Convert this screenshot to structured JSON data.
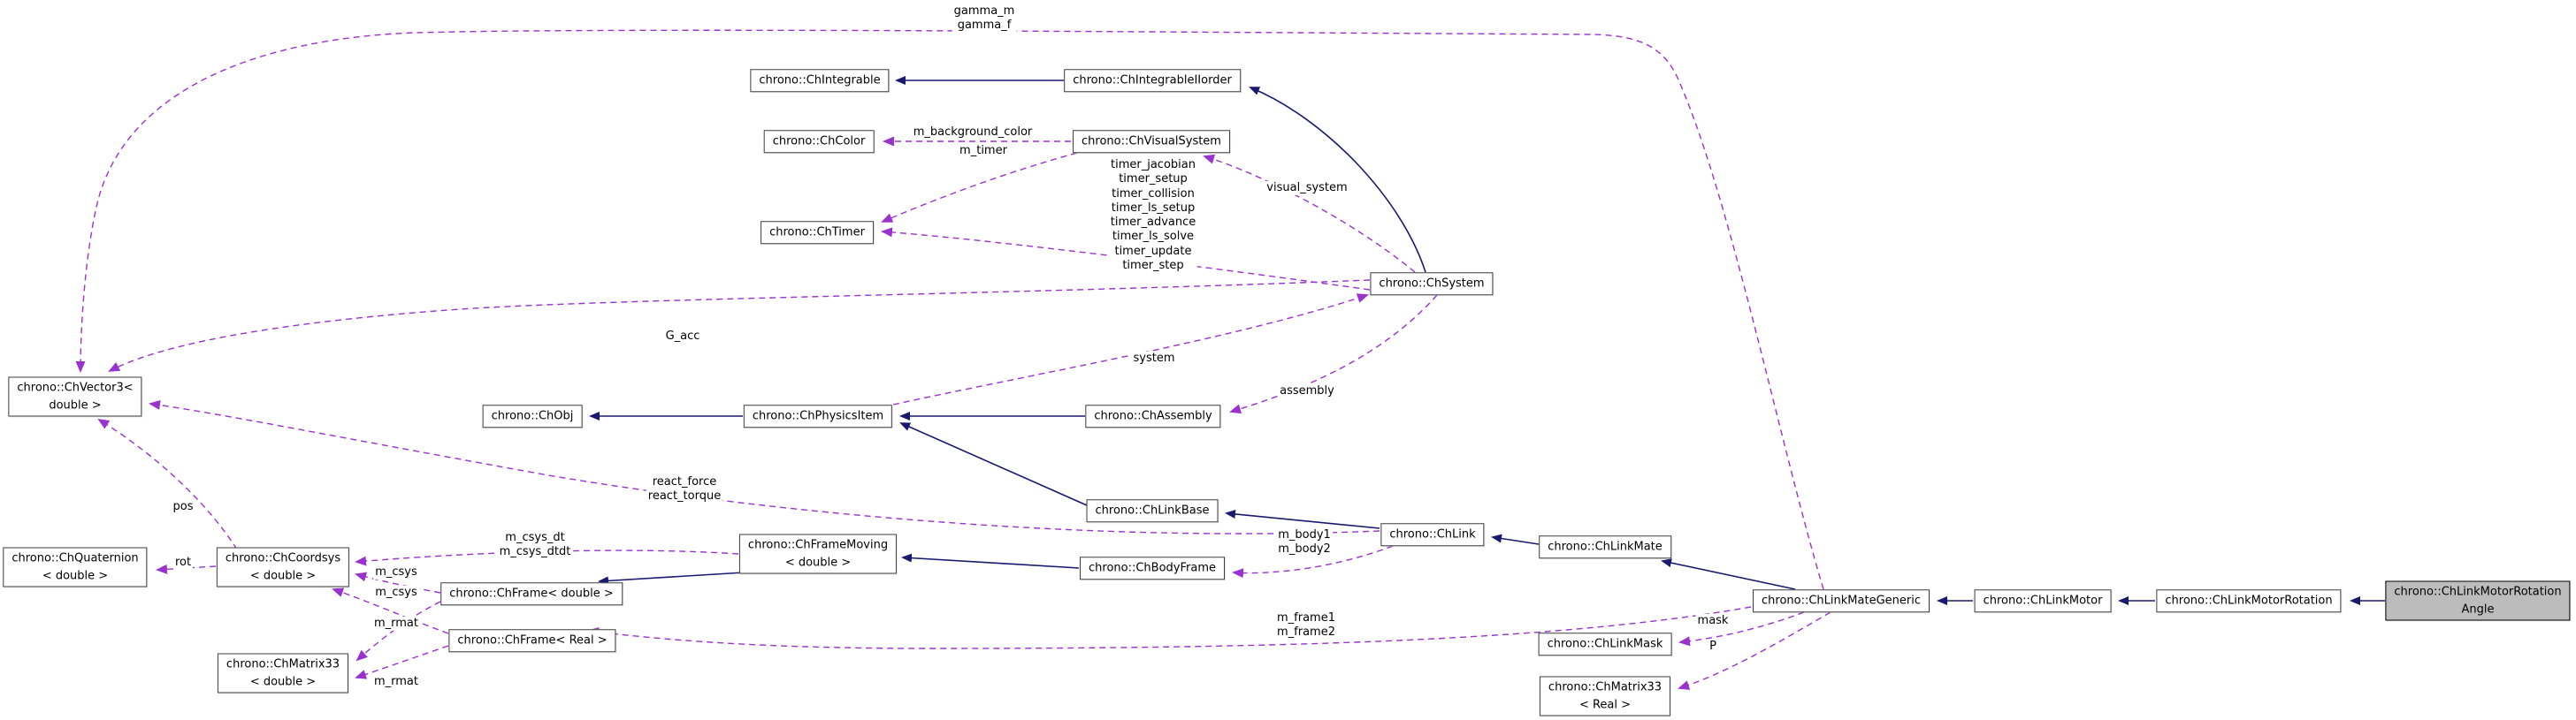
{
  "diagram": {
    "title": "Doxygen collaboration graph for chrono::ChLinkMotorRotationAngle",
    "colors": {
      "inheritance_edge": "#191970",
      "usage_edge": "#9a32cd",
      "node_border": "#3d3d3d",
      "target_node_fill": "#bcbcbc",
      "background": "#ffffff"
    },
    "nodes": {
      "chintegrable": {
        "label": "chrono::ChIntegrable"
      },
      "chintegrableiiorder": {
        "label": "chrono::ChIntegrableIIorder"
      },
      "chcolor": {
        "label": "chrono::ChColor"
      },
      "chvisualsystem": {
        "label": "chrono::ChVisualSystem"
      },
      "chtimer": {
        "label": "chrono::ChTimer"
      },
      "chsystem": {
        "label": "chrono::ChSystem"
      },
      "chvector3": {
        "label": "chrono::ChVector3<\ndouble >"
      },
      "chobj": {
        "label": "chrono::ChObj"
      },
      "chphysicsitem": {
        "label": "chrono::ChPhysicsItem"
      },
      "chassembly": {
        "label": "chrono::ChAssembly"
      },
      "chlinkbase": {
        "label": "chrono::ChLinkBase"
      },
      "chquaternion": {
        "label": "chrono::ChQuaternion\n< double >"
      },
      "chcoordsys": {
        "label": "chrono::ChCoordsys\n< double >"
      },
      "chmatrix33_double": {
        "label": "chrono::ChMatrix33\n< double >"
      },
      "chframemoving": {
        "label": "chrono::ChFrameMoving\n< double >"
      },
      "chframe_double": {
        "label": "chrono::ChFrame< double >"
      },
      "chframe_real": {
        "label": "chrono::ChFrame< Real >"
      },
      "chbodyframe": {
        "label": "chrono::ChBodyFrame"
      },
      "chlink": {
        "label": "chrono::ChLink"
      },
      "chlinkmate": {
        "label": "chrono::ChLinkMate"
      },
      "chlinkmategeneric": {
        "label": "chrono::ChLinkMateGeneric"
      },
      "chlinkmotor": {
        "label": "chrono::ChLinkMotor"
      },
      "chlinkmotorrotation": {
        "label": "chrono::ChLinkMotorRotation"
      },
      "chlinkmotorrotationangle": {
        "label": "chrono::ChLinkMotorRotation\nAngle"
      },
      "chlinkmask": {
        "label": "chrono::ChLinkMask"
      },
      "chmatrix33_real": {
        "label": "chrono::ChMatrix33\n< Real >"
      }
    },
    "edge_labels": {
      "gamma": "gamma_m\ngamma_f",
      "m_background_color": "m_background_color",
      "m_timer": "m_timer",
      "timers": "timer_jacobian\ntimer_setup\ntimer_collision\ntimer_ls_setup\ntimer_advance\ntimer_ls_solve\ntimer_update\ntimer_step",
      "visual_system": "visual_system",
      "g_acc": "G_acc",
      "system": "system",
      "assembly": "assembly",
      "react": "react_force\nreact_torque",
      "pos": "pos",
      "rot": "rot",
      "m_csys_dt": "m_csys_dt\nm_csys_dtdt",
      "m_csys_1": "m_csys",
      "m_csys_2": "m_csys",
      "m_rmat_1": "m_rmat",
      "m_rmat_2": "m_rmat",
      "m_body": "m_body1\nm_body2",
      "m_frame": "m_frame1\nm_frame2",
      "mask": "mask",
      "p": "P"
    }
  }
}
